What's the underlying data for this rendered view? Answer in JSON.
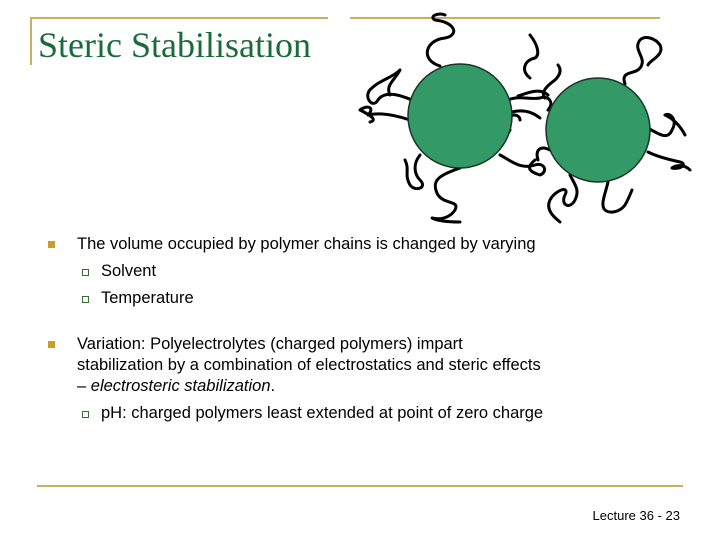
{
  "slide": {
    "title": "Steric Stabilisation",
    "accent_color": "#c8b060",
    "title_color": "#1a6b3c",
    "particle_color": "#339966"
  },
  "bullets": [
    {
      "text": "The volume occupied by polymer chains is changed by varying",
      "sub": [
        "Solvent",
        "Temperature"
      ]
    },
    {
      "text_line1": "Variation:  Polyelectrolytes (charged polymers) impart",
      "text_line2": "stabilization by a combination of electrostatics and steric effects",
      "text_line3_prefix": "– ",
      "text_line3_italic": "electrosteric stabilization",
      "text_line3_suffix": ".",
      "sub": [
        "pH: charged polymers least extended at point of zero charge"
      ]
    }
  ],
  "diagram": {
    "description": "two-particles-with-polymer-chains",
    "particles": 2
  },
  "footer": {
    "label": "Lecture 36 - 23"
  }
}
